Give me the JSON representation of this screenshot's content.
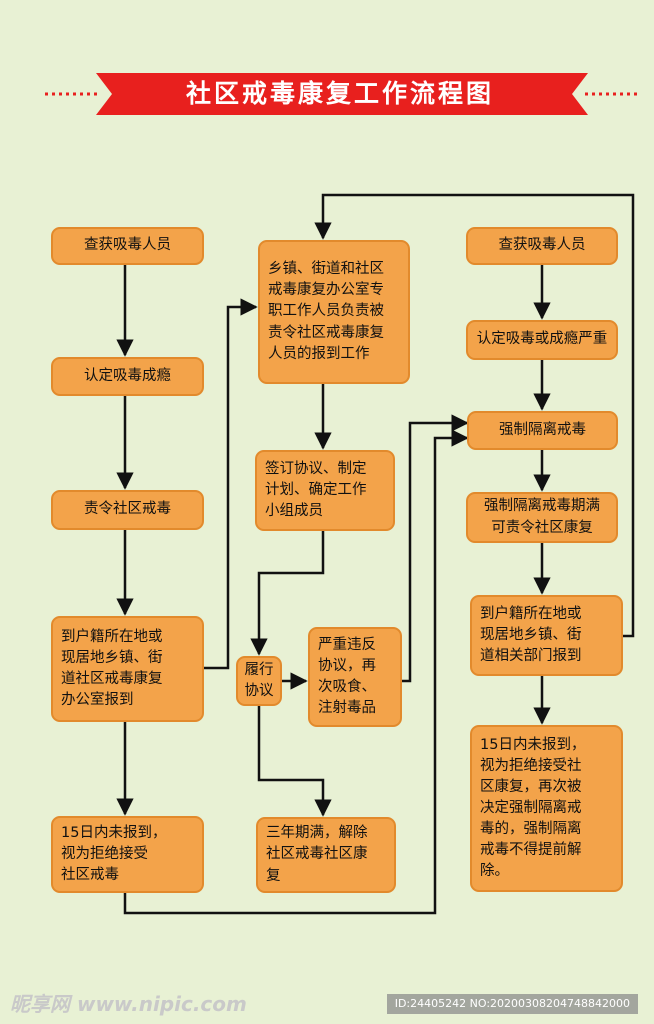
{
  "title": "社区戒毒康复工作流程图",
  "colors": {
    "background": "#e8f1d4",
    "node_fill": "#f3a34a",
    "node_border": "#e28a2c",
    "banner": "#e8201e",
    "line": "#111111"
  },
  "nodes": {
    "left_1": "查获吸毒人员",
    "left_2": "认定吸毒成瘾",
    "left_3": "责令社区戒毒",
    "left_4": "到户籍所在地或\n现居地乡镇、街\n道社区戒毒康复\n办公室报到",
    "left_5": "15日内未报到，\n视为拒绝接受\n社区戒毒",
    "mid_1": "乡镇、街道和社区\n戒毒康复办公室专\n职工作人员负责被\n责令社区戒毒康复\n人员的报到工作",
    "mid_2": "签订协议、制定\n计划、确定工作\n小组成员",
    "mid_3": "履行\n协议",
    "mid_4": "严重违反\n协议，再\n次吸食、\n注射毒品",
    "mid_5": "三年期满，解除\n社区戒毒社区康\n复",
    "right_1": "查获吸毒人员",
    "right_2": "认定吸毒或成瘾严重",
    "right_3": "强制隔离戒毒",
    "right_4": "强制隔离戒毒期满\n可责令社区康复",
    "right_5": "到户籍所在地或\n现居地乡镇、街\n道相关部门报到",
    "right_6": "15日内未报到，\n视为拒绝接受社\n区康复，再次被\n决定强制隔离戒\n毒的，强制隔离\n戒毒不得提前解\n除。"
  },
  "watermark": {
    "left": "昵享网 www.nipic.com",
    "right": "ID:24405242 NO:20200308204748842000"
  }
}
